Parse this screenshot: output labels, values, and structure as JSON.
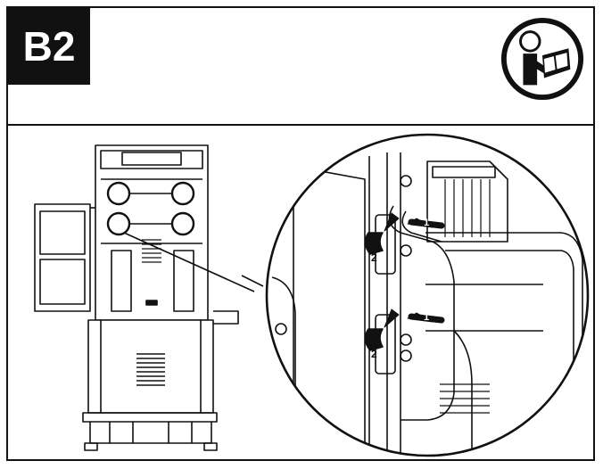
{
  "step": {
    "label": "B2"
  },
  "icons": {
    "manual": "read-manual-icon"
  },
  "callouts": {
    "upper": {
      "first": "1",
      "second": "2"
    },
    "lower": {
      "first": "1",
      "second": "2"
    }
  },
  "colors": {
    "ink": "#111111",
    "paper": "#ffffff"
  }
}
